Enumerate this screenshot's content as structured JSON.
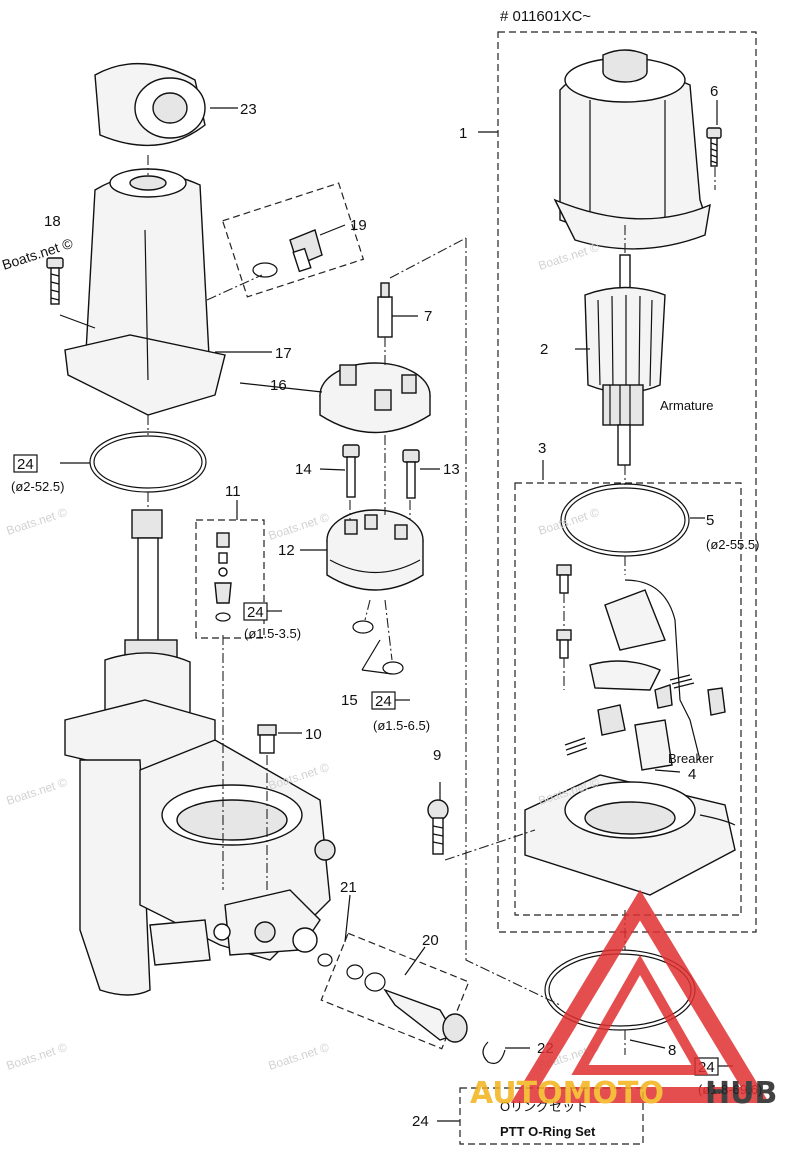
{
  "serial": "# 011601XC~",
  "watermark": "Boats.net ©",
  "brand": {
    "left": "AUTOMOTO",
    "right": "HUB",
    "accent": "#e03030",
    "gold": "#f3b21b",
    "dark": "#222222"
  },
  "parts": [
    {
      "num": "1"
    },
    {
      "num": "2"
    },
    {
      "num": "3"
    },
    {
      "num": "4"
    },
    {
      "num": "5"
    },
    {
      "num": "6"
    },
    {
      "num": "7"
    },
    {
      "num": "8"
    },
    {
      "num": "9"
    },
    {
      "num": "10"
    },
    {
      "num": "11"
    },
    {
      "num": "12"
    },
    {
      "num": "13"
    },
    {
      "num": "14"
    },
    {
      "num": "15"
    },
    {
      "num": "16"
    },
    {
      "num": "17"
    },
    {
      "num": "18"
    },
    {
      "num": "19"
    },
    {
      "num": "20"
    },
    {
      "num": "21"
    },
    {
      "num": "22"
    },
    {
      "num": "23"
    },
    {
      "num": "24"
    }
  ],
  "callouts": [
    {
      "box": "24",
      "size": "(ø2-52.5)"
    },
    {
      "box": "24",
      "size": "(ø1.5-3.5)"
    },
    {
      "box": "24",
      "size": "(ø1.5-6.5)"
    },
    {
      "box": "24",
      "size": "(ø1.8-69.6)"
    }
  ],
  "size_5": "(ø2-55.5)",
  "text_armature": "Armature",
  "text_breaker": "Breaker",
  "legend": {
    "jp": "Oリングセット",
    "en": "PTT O-Ring Set"
  }
}
